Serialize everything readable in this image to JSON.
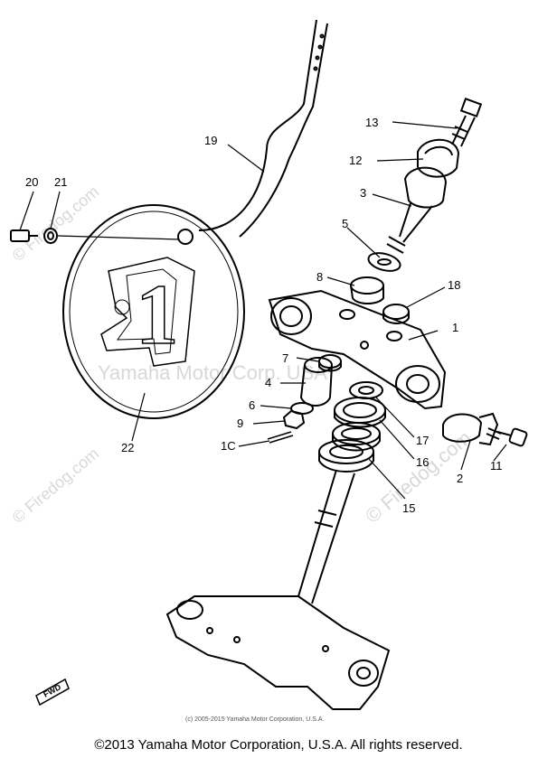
{
  "callouts": {
    "c1": "1",
    "c2": "2",
    "c3": "3",
    "c4": "4",
    "c5": "5",
    "c6": "6",
    "c7": "7",
    "c8": "8",
    "c9": "9",
    "c10": "1C",
    "c11": "11",
    "c12": "12",
    "c13": "13",
    "c15": "15",
    "c16": "16",
    "c17": "17",
    "c18": "18",
    "c19": "19",
    "c20": "20",
    "c21": "21",
    "c22": "22"
  },
  "watermarks": {
    "firedog_center": "© Firedog.com",
    "firedog_left": "© Firedog.com",
    "firedog_top_left": "© Firedog.com",
    "yamaha_center": "Yamaha Motor Corp. USA",
    "fine_print": "(c) 2005-2015 Yamaha Motor Corporation, U.S.A."
  },
  "fwd_label": "FWD",
  "number_plate_digit": "1",
  "copyright": "©2013 Yamaha Motor Corporation, U.S.A. All rights reserved."
}
